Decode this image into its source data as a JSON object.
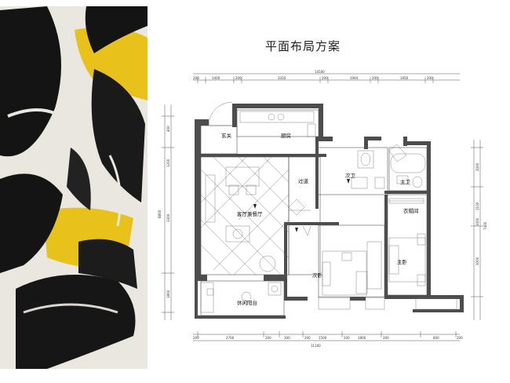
{
  "title": "平面布局方案",
  "rooms": {
    "entrance": "玄关",
    "kitchen": "厨房",
    "living_dining": "客厅兼餐厅",
    "corridor": "过道",
    "second_bath": "次卫",
    "master_bath": "主卫",
    "closet": "衣帽间",
    "second_bedroom": "次卧",
    "master_bedroom": "主卧",
    "leisure_balcony": "休闲阳台"
  },
  "dimensions": {
    "top_total": "14500",
    "top_segments": [
      "200",
      "1400",
      "200",
      "3350",
      "200",
      "1944",
      "200",
      "1950",
      "200"
    ],
    "bottom_total": "11100",
    "bottom_segments": [
      "200",
      "2700",
      "200",
      "300",
      "200",
      "1500",
      "200",
      "1800",
      "200",
      "800",
      "200"
    ],
    "left_total": "8800",
    "left_segments": [
      "400",
      "1200",
      "3300",
      "1800"
    ],
    "right_total": "7400",
    "right_segments": [
      "2000",
      "1100",
      "1000",
      "3000"
    ]
  },
  "colors": {
    "wall": "#4d4d4d",
    "line": "#555555",
    "art_yellow": "#e8c21a",
    "art_black": "#141414"
  }
}
